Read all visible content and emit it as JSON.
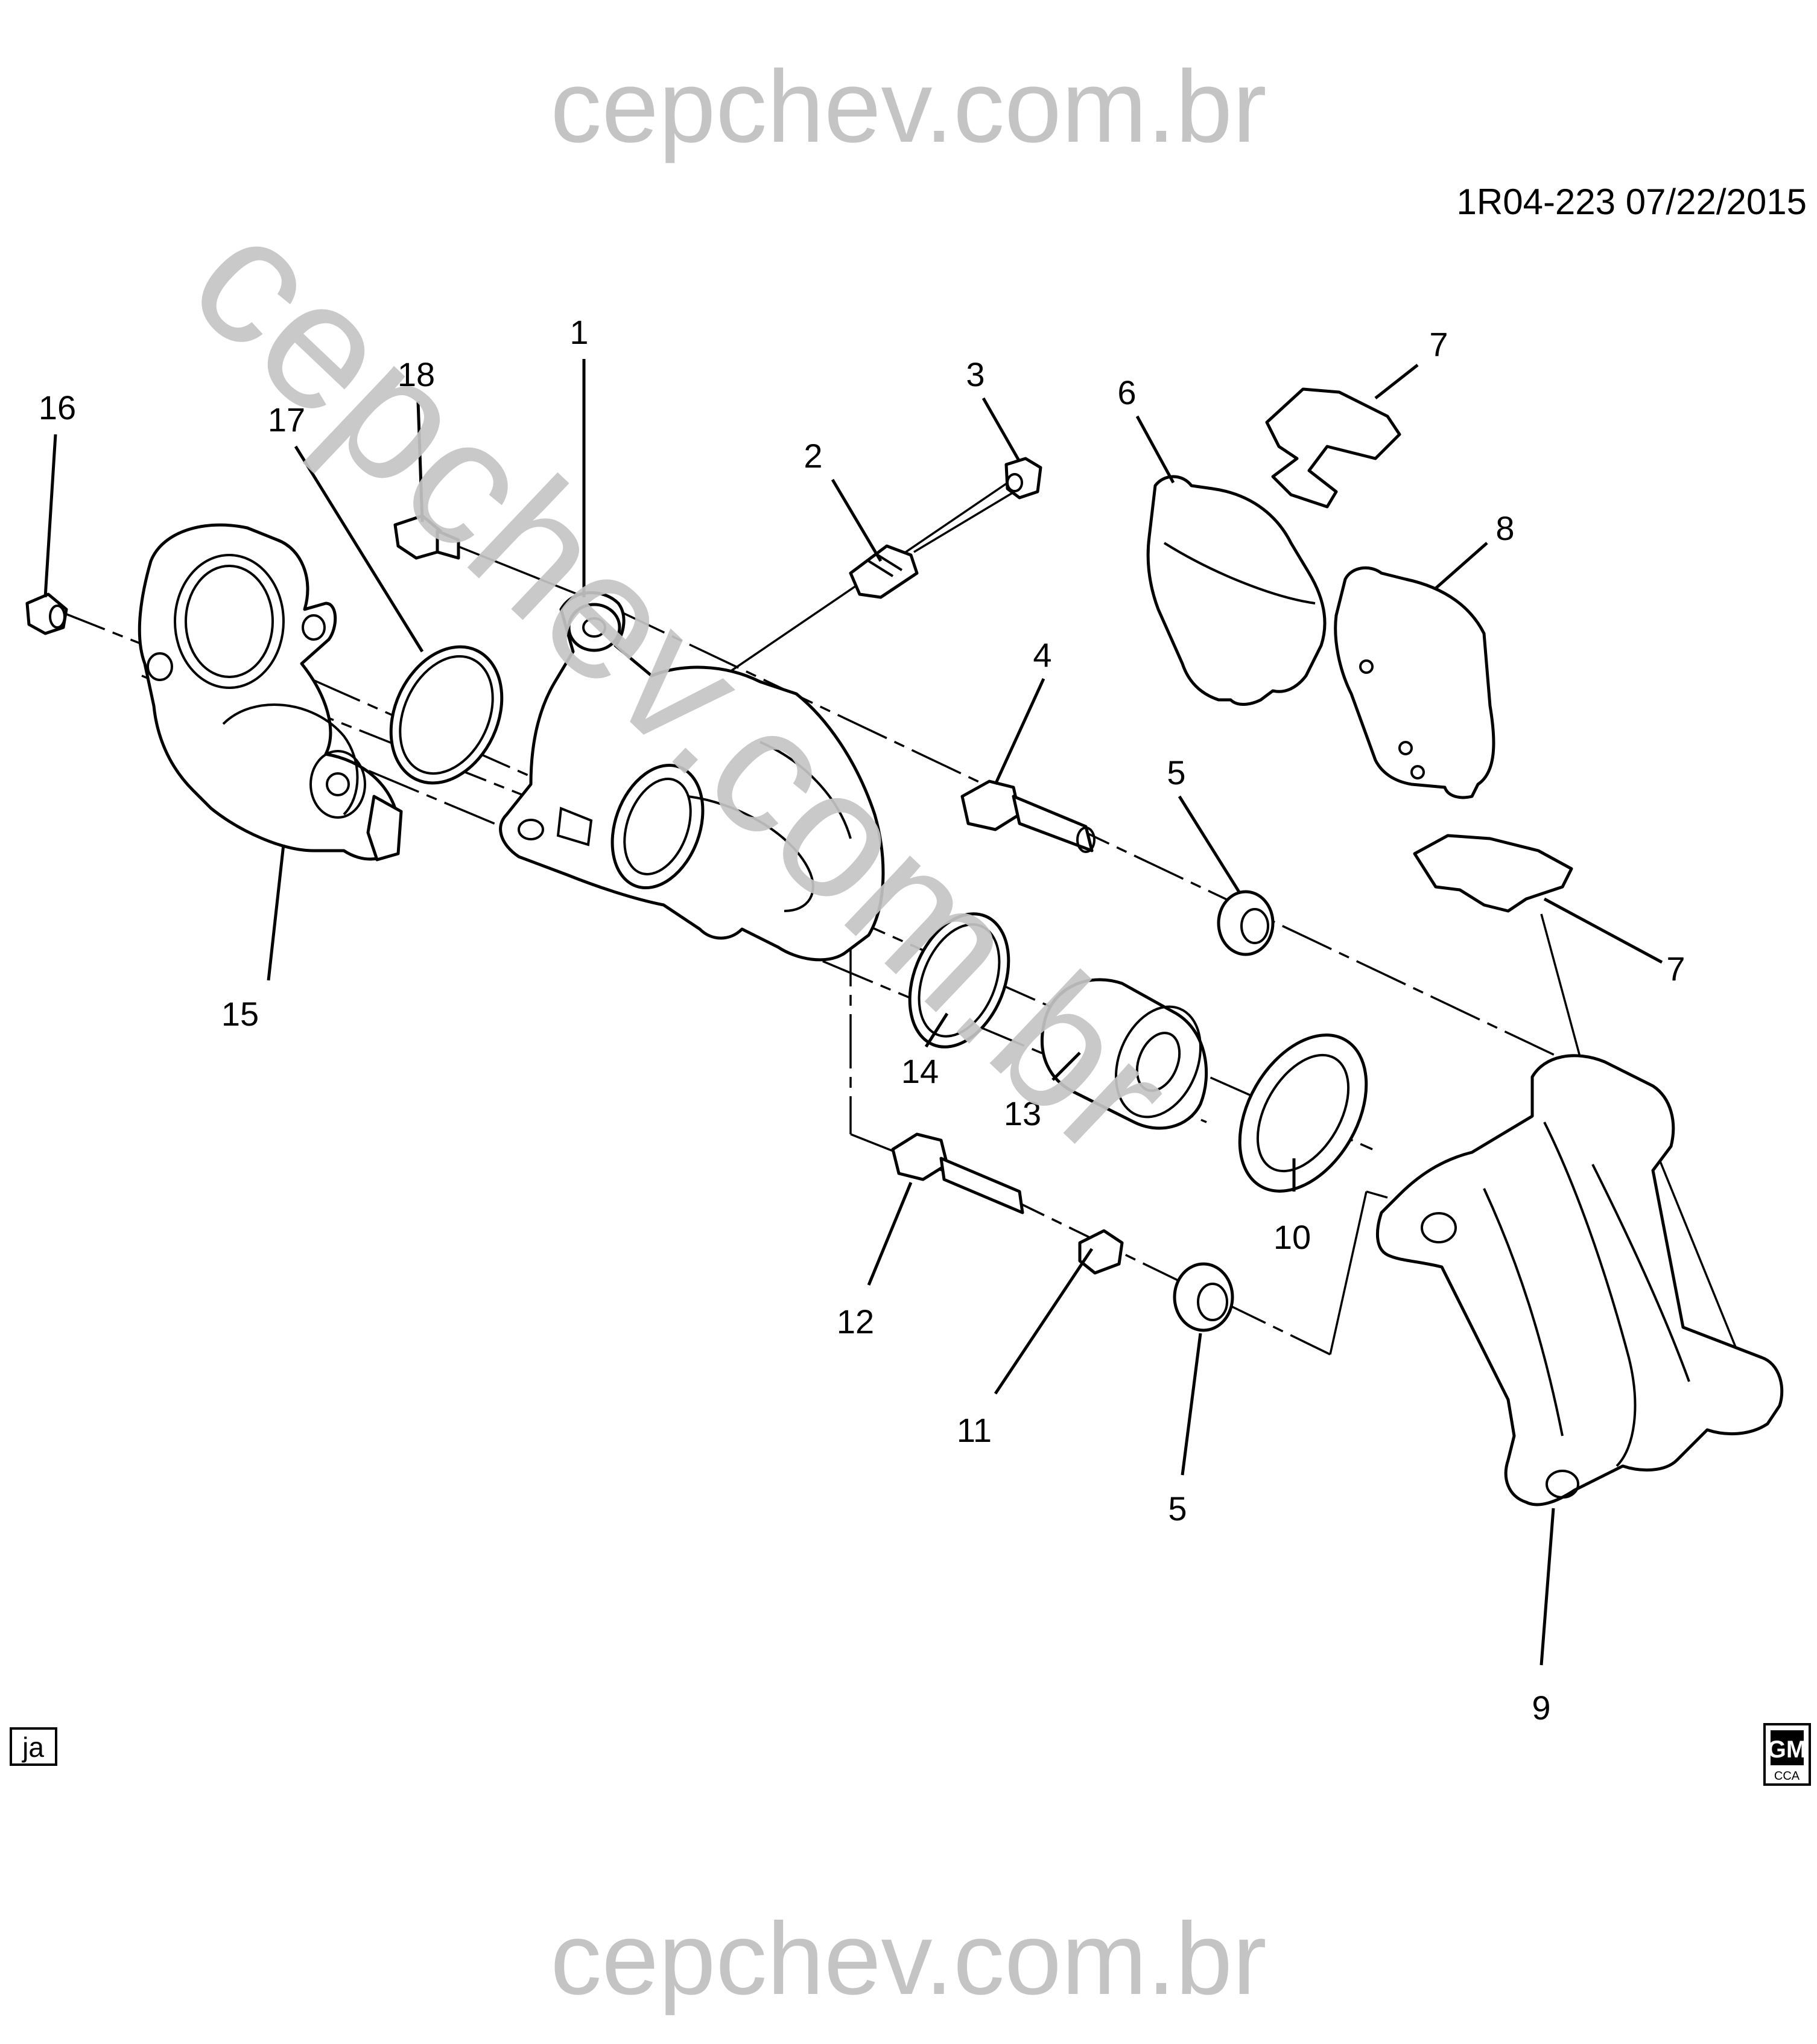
{
  "watermark": {
    "top": "cepchev.com.br",
    "diagonal": "cepchev.com.br",
    "bottom": "cepchev.com.br"
  },
  "reference": "1R04-223  07/22/2015",
  "tag_box": "ja",
  "logo": {
    "mark": "GM",
    "sub": "CCA"
  },
  "callouts": {
    "c1": "1",
    "c2": "2",
    "c3": "3",
    "c4": "4",
    "c5a": "5",
    "c5b": "5",
    "c6": "6",
    "c7a": "7",
    "c7b": "7",
    "c8": "8",
    "c9": "9",
    "c10": "10",
    "c11": "11",
    "c12": "12",
    "c13": "13",
    "c14": "14",
    "c15": "15",
    "c16": "16",
    "c17": "17",
    "c18": "18"
  }
}
